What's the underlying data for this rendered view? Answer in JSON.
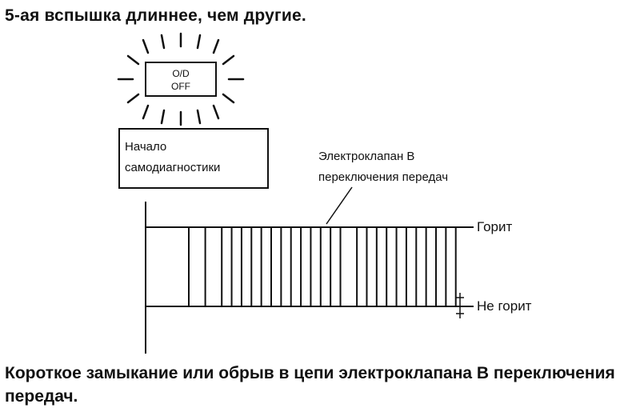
{
  "header": {
    "caption": "5-ая вспышка длиннее, чем другие."
  },
  "indicator": {
    "line1": "O/D",
    "line2": "OFF"
  },
  "start_box": {
    "line1": "Начало",
    "line2": "самодиагностики"
  },
  "annotation": {
    "line1": "Электроклапан B",
    "line2": "переключения передач"
  },
  "levels": {
    "on_label": "Горит",
    "off_label": "Не горит"
  },
  "signal": {
    "pulses": [
      {
        "start": 0.0,
        "end": 1.0
      },
      {
        "start": 2.0,
        "end": 2.6
      },
      {
        "start": 3.2,
        "end": 3.8
      },
      {
        "start": 4.4,
        "end": 5.0
      },
      {
        "start": 5.6,
        "end": 6.2
      },
      {
        "start": 6.8,
        "end": 7.4
      },
      {
        "start": 8.0,
        "end": 8.6
      },
      {
        "start": 9.2,
        "end": 10.2
      },
      {
        "start": 10.8,
        "end": 11.4
      },
      {
        "start": 12.0,
        "end": 12.6
      },
      {
        "start": 13.2,
        "end": 13.8
      },
      {
        "start": 14.4,
        "end": 15.0
      },
      {
        "start": 15.6,
        "end": 16.2
      }
    ]
  },
  "footer": {
    "caption": "Короткое замыкание или обрыв в цепи электроклапана B переключения передач."
  }
}
